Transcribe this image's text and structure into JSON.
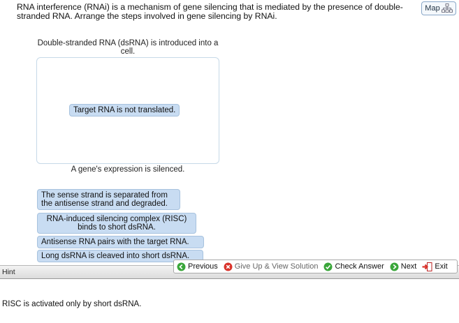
{
  "question": {
    "text": "RNA interference (RNAi) is a mechanism of gene silencing that is mediated by the presence of double-stranded RNA. Arrange the steps involved in gene silencing by RNAi."
  },
  "map_button": {
    "label": "Map",
    "icon": "map-tree-icon"
  },
  "sequence": {
    "start_label": "Double-stranded RNA (dsRNA) is introduced into a cell.",
    "placed_tiles": [
      "Target RNA is not translated."
    ],
    "end_label": "A gene's expression is silenced."
  },
  "tiles": [
    "The sense strand is separated from the antisense strand and degraded.",
    "RNA-induced silencing complex (RISC) binds to short dsRNA.",
    "Antisense RNA pairs with the target RNA.",
    "Long dsRNA is cleaved into short dsRNA."
  ],
  "hint": {
    "label": "Hint"
  },
  "nav": {
    "previous": "Previous",
    "give_up": "Give Up & View Solution",
    "check": "Check Answer",
    "next": "Next",
    "exit": "Exit"
  },
  "feedback": {
    "text": "RISC is activated only by short dsRNA."
  },
  "colors": {
    "tile_bg": "#c8dcf2",
    "tile_border": "#a7c2de",
    "nav_green": "#3aa63a",
    "nav_red": "#d9332b"
  }
}
